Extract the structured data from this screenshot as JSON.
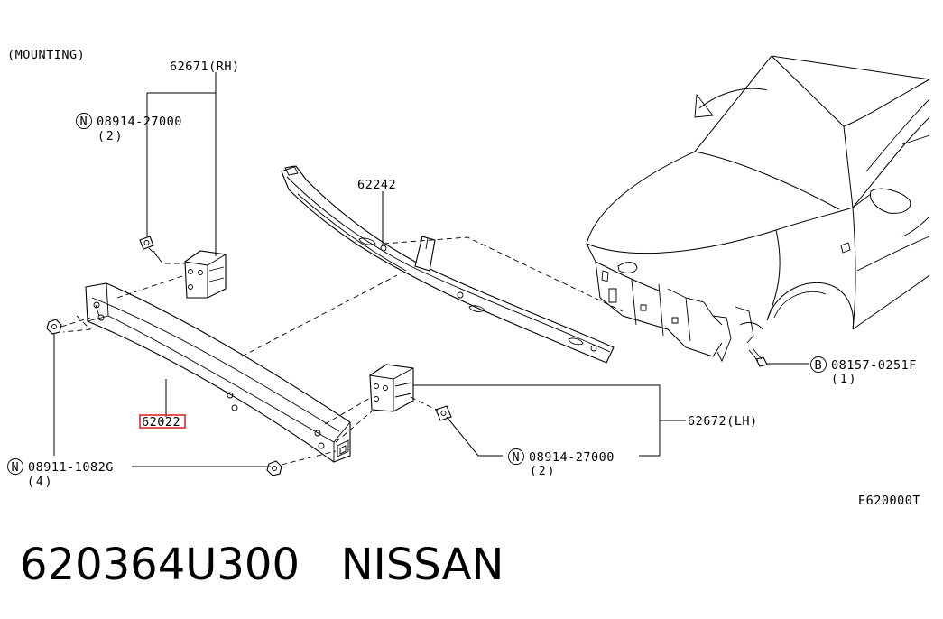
{
  "diagram": {
    "section_title": "(MOUNTING)",
    "diagram_code": "E620000T",
    "callouts": {
      "bracket_rh": "62671(RH)",
      "bracket_lh": "62672(LH)",
      "reinforcement_upper": "62242",
      "reinforcement_main": "62022",
      "nut_rh_symbol": "N",
      "nut_rh_part": "08914-27000",
      "nut_rh_qty": "(2)",
      "nut_lh_symbol": "N",
      "nut_lh_part": "08914-27000",
      "nut_lh_qty": "(2)",
      "nut_main_symbol": "N",
      "nut_main_part": "08911-1082G",
      "nut_main_qty": "(4)",
      "bolt_symbol": "B",
      "bolt_part": "08157-0251F",
      "bolt_qty": "(1)"
    },
    "highlight_color": "#e0262a"
  },
  "footer": {
    "part_number": "620364U300",
    "brand": "NISSAN"
  }
}
